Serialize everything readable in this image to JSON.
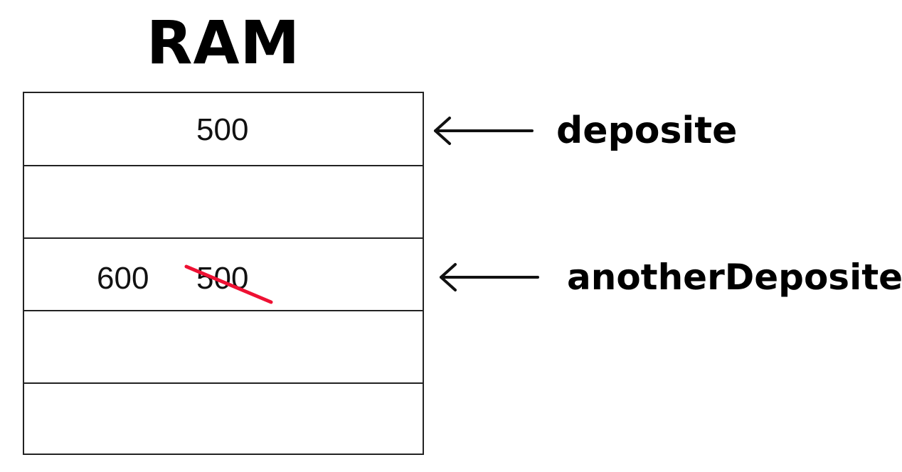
{
  "title": "RAM",
  "memory_cells": [
    {
      "values": [
        "500"
      ]
    },
    {
      "values": []
    },
    {
      "current_value": "600",
      "old_value": "500",
      "old_value_struck": true
    },
    {
      "values": []
    },
    {
      "values": []
    }
  ],
  "pointers": [
    {
      "label": "deposite",
      "cell_index": 0
    },
    {
      "label": "anotherDeposite",
      "cell_index": 2
    }
  ],
  "colors": {
    "line": "#222222",
    "text": "#111111",
    "strike": "#ee1133",
    "background": "#ffffff"
  },
  "icons": {
    "pointer_arrow": "left-arrow-icon",
    "strike_mark": "strike-through-line"
  }
}
